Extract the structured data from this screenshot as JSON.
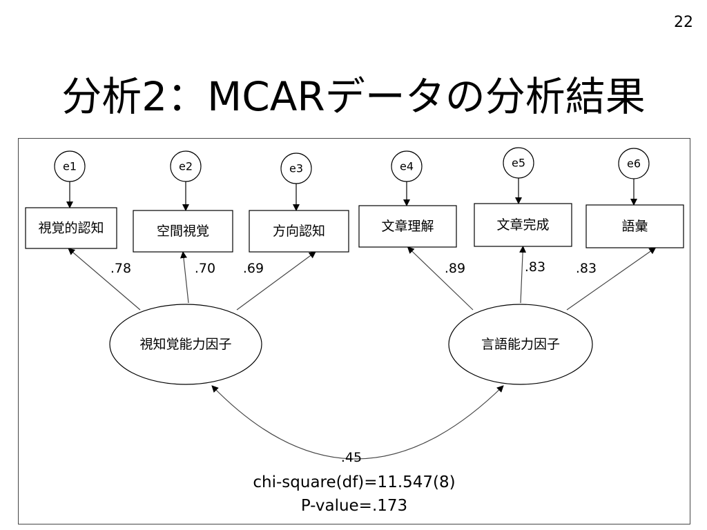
{
  "page_number": "22",
  "title": "分析2：MCARデータの分析結果",
  "colors": {
    "line": "#444444",
    "stroke": "#000000",
    "background": "#ffffff"
  },
  "diagram": {
    "error_terms": [
      {
        "id": "e1",
        "label": "e1"
      },
      {
        "id": "e2",
        "label": "e2"
      },
      {
        "id": "e3",
        "label": "e3"
      },
      {
        "id": "e4",
        "label": "e4"
      },
      {
        "id": "e5",
        "label": "e5"
      },
      {
        "id": "e6",
        "label": "e6"
      }
    ],
    "indicators": [
      {
        "id": "v1",
        "label": "視覚的認知",
        "error": "e1",
        "factor": "f1",
        "loading": ".78"
      },
      {
        "id": "v2",
        "label": "空間視覚",
        "error": "e2",
        "factor": "f1",
        "loading": ".70"
      },
      {
        "id": "v3",
        "label": "方向認知",
        "error": "e3",
        "factor": "f1",
        "loading": ".69"
      },
      {
        "id": "v4",
        "label": "文章理解",
        "error": "e4",
        "factor": "f2",
        "loading": ".89"
      },
      {
        "id": "v5",
        "label": "文章完成",
        "error": "e5",
        "factor": "f2",
        "loading": ".83"
      },
      {
        "id": "v6",
        "label": "語彙",
        "error": "e6",
        "factor": "f2",
        "loading": ".83"
      }
    ],
    "factors": [
      {
        "id": "f1",
        "label": "視知覚能力因子"
      },
      {
        "id": "f2",
        "label": "言語能力因子"
      }
    ],
    "correlation": {
      "from": "f1",
      "to": "f2",
      "value": ".45"
    },
    "fit": {
      "chi_square": "chi-square(df)=11.547(8)",
      "p_value": "P-value=.173"
    }
  }
}
